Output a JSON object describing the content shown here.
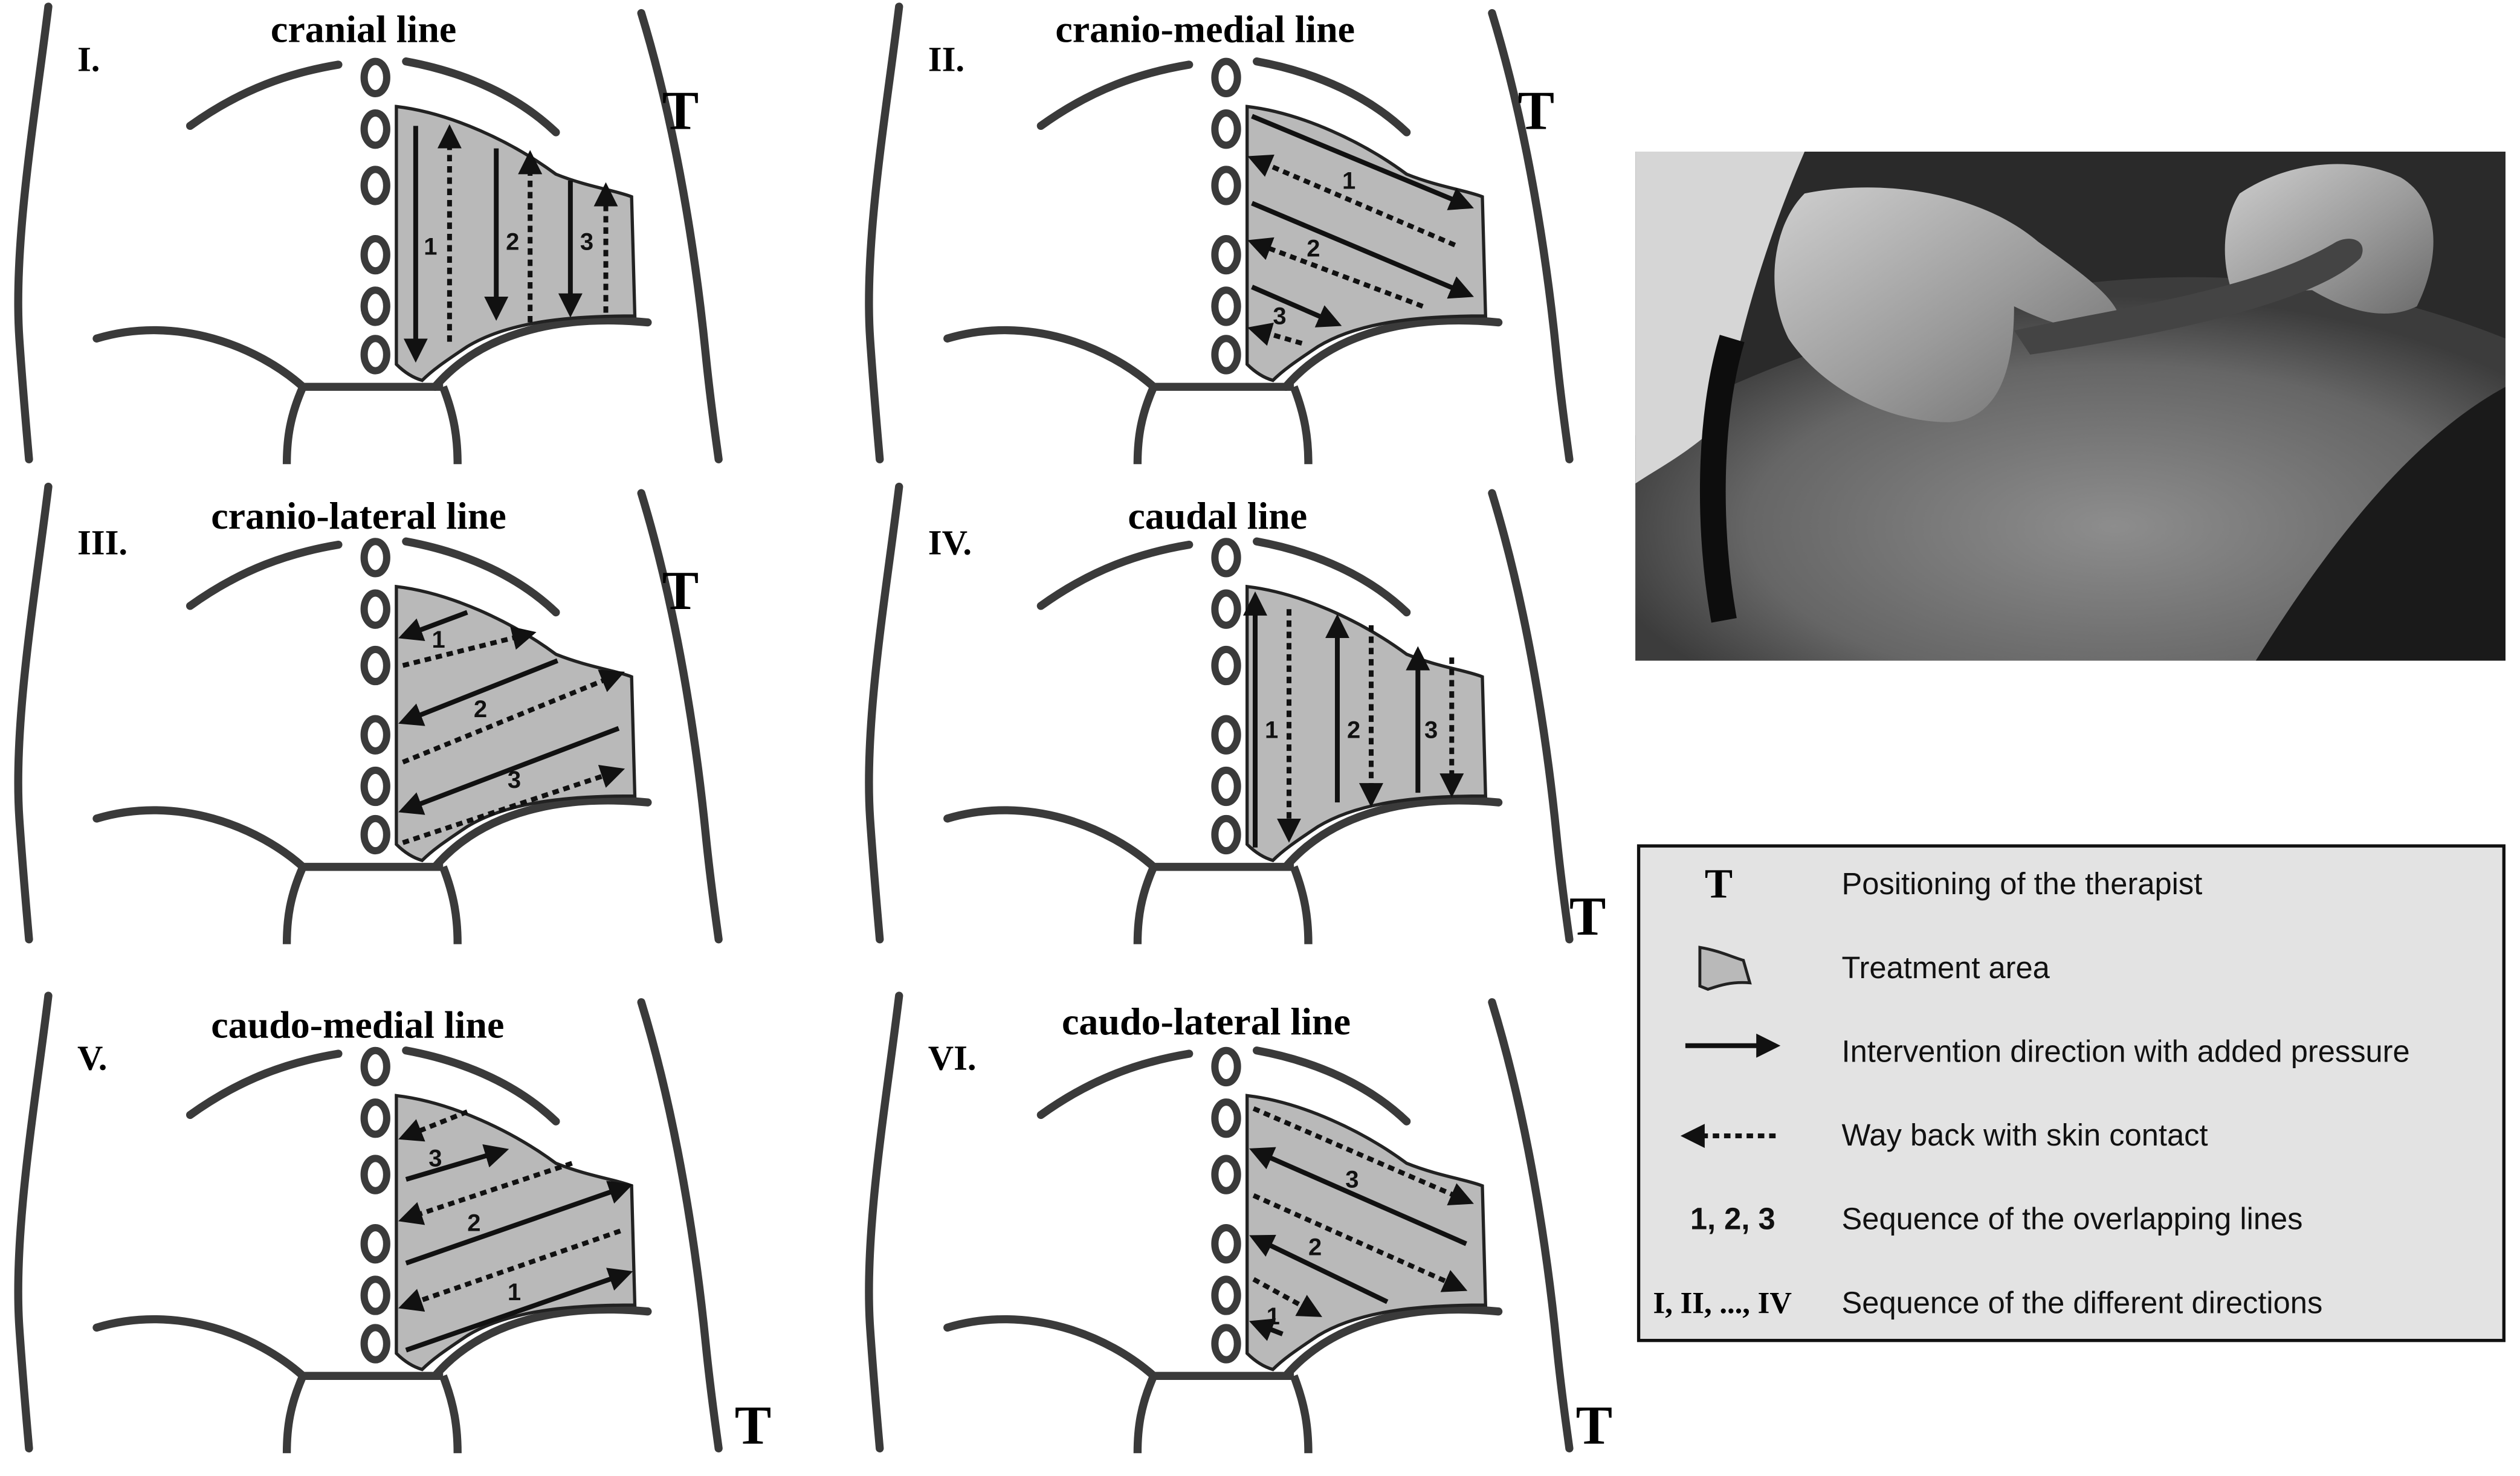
{
  "panels": [
    {
      "numeral": "I.",
      "title": "cranial line",
      "therapist": "T"
    },
    {
      "numeral": "II.",
      "title": "cranio-medial line",
      "therapist": "T"
    },
    {
      "numeral": "III.",
      "title": "cranio-lateral line",
      "therapist": "T"
    },
    {
      "numeral": "IV.",
      "title": "caudal line",
      "therapist": "T"
    },
    {
      "numeral": "V.",
      "title": "caudo-medial line",
      "therapist": "T"
    },
    {
      "numeral": "VI.",
      "title": "caudo-lateral line",
      "therapist": "T"
    }
  ],
  "sequence_labels": [
    "1",
    "2",
    "3"
  ],
  "legend": {
    "items": [
      {
        "icon": "therapist-position-icon",
        "symbol": "T",
        "label": "Positioning of the therapist"
      },
      {
        "icon": "treatment-area-icon",
        "label": "Treatment area"
      },
      {
        "icon": "solid-arrow-icon",
        "label": "Intervention direction with added pressure"
      },
      {
        "icon": "dotted-arrow-icon",
        "label": "Way back with skin contact"
      },
      {
        "icon": "sequence-number-icon",
        "symbol": "1, 2, 3",
        "label": "Sequence of the overlapping lines"
      },
      {
        "icon": "roman-numeral-icon",
        "symbol": "I, II, ..., IV",
        "label": "Sequence of the different directions"
      }
    ]
  },
  "colors": {
    "outline": "#3a3a3a",
    "area_fill": "#b9b9b9",
    "legend_bg": "#e3e3e3",
    "arrow": "#111111"
  }
}
